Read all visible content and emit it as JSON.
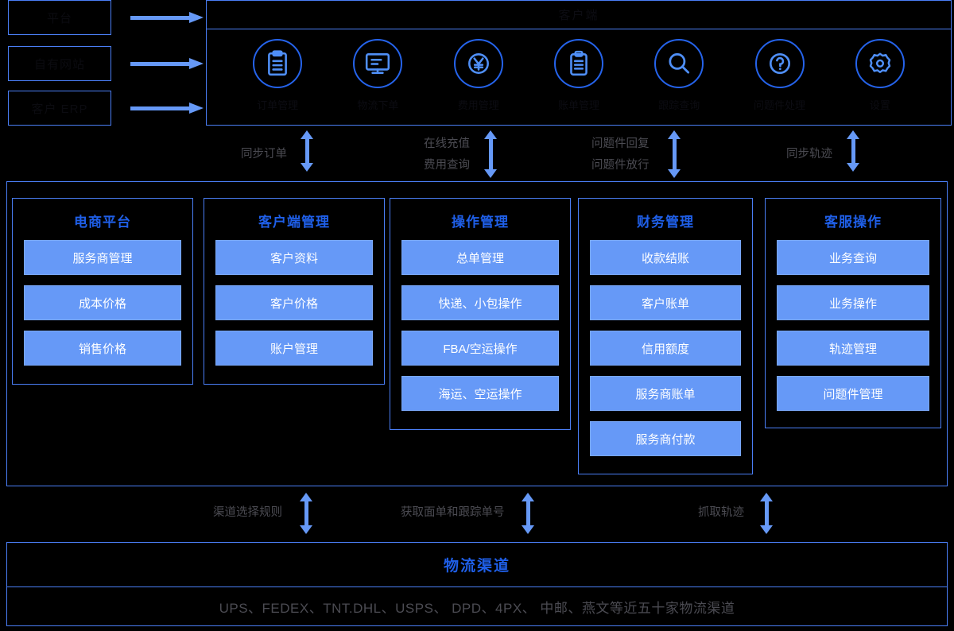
{
  "sources": {
    "items": [
      {
        "label": "平台"
      },
      {
        "label": "自有网站"
      },
      {
        "label": "客户 ERP"
      }
    ]
  },
  "portal": {
    "title": "客户端",
    "icons": [
      {
        "icon": "document-icon",
        "label": "订单管理"
      },
      {
        "icon": "monitor-icon",
        "label": "物流下单"
      },
      {
        "icon": "yen-icon",
        "label": "费用管理"
      },
      {
        "icon": "clipboard-icon",
        "label": "账单管理"
      },
      {
        "icon": "search-icon",
        "label": "跟踪查询"
      },
      {
        "icon": "question-icon",
        "label": "问题件处理"
      },
      {
        "icon": "gear-icon",
        "label": "设置"
      }
    ]
  },
  "top_flows": [
    {
      "lines": [
        "同步订单"
      ]
    },
    {
      "lines": [
        "在线充值",
        "费用查询"
      ]
    },
    {
      "lines": [
        "问题件回复",
        "问题件放行"
      ]
    },
    {
      "lines": [
        "同步轨迹"
      ]
    }
  ],
  "main": {
    "columns": [
      {
        "title": "电商平台",
        "items": [
          "服务商管理",
          "成本价格",
          "销售价格"
        ]
      },
      {
        "title": "客户端管理",
        "items": [
          "客户资料",
          "客户价格",
          "账户管理"
        ]
      },
      {
        "title": "操作管理",
        "items": [
          "总单管理",
          "快递、小包操作",
          "FBA/空运操作",
          "海运、空运操作"
        ]
      },
      {
        "title": "财务管理",
        "items": [
          "收款结账",
          "客户账单",
          "信用额度",
          "服务商账单",
          "服务商付款"
        ]
      },
      {
        "title": "客服操作",
        "items": [
          "业务查询",
          "业务操作",
          "轨迹管理",
          "问题件管理"
        ]
      }
    ]
  },
  "bottom_flows": [
    {
      "lines": [
        "渠道选择规则"
      ]
    },
    {
      "lines": [
        "获取面单和跟踪单号"
      ]
    },
    {
      "lines": [
        "抓取轨迹"
      ]
    }
  ],
  "logistics": {
    "title": "物流渠道",
    "list": "UPS、FEDEX、TNT.DHL、USPS、 DPD、4PX、 中邮、燕文等近五十家物流渠道"
  },
  "colors": {
    "background": "#000000",
    "border_blue": "#4a7ef5",
    "accent_blue": "#1f5fe8",
    "arrow_blue": "#6699f7",
    "item_fill": "#6699f7",
    "label_gray": "#4b4b52",
    "dark_text": "#0c0c12"
  }
}
